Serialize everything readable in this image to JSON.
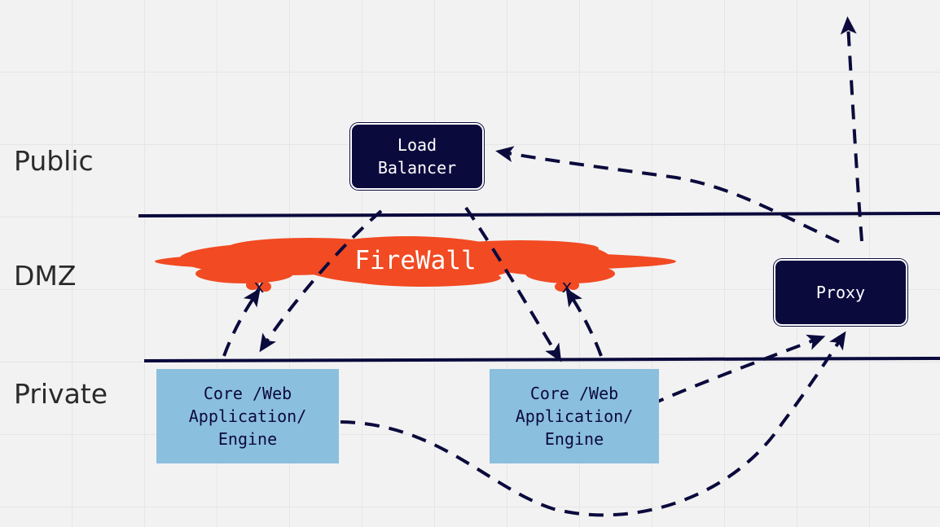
{
  "zones": {
    "public": "Public",
    "dmz": "DMZ",
    "private": "Private"
  },
  "nodes": {
    "load_balancer": "Load\nBalancer",
    "proxy": "Proxy",
    "core_left": "Core /Web\nApplication/\nEngine",
    "core_right": "Core /Web\nApplication/\nEngine"
  },
  "firewall": {
    "label": "FireWall",
    "blocked_marks": [
      "x",
      "x"
    ]
  },
  "colors": {
    "navy": "#0b0a3d",
    "firewall": "#f24a22",
    "app_box": "#8bbfde",
    "background": "#f2f2f2"
  }
}
